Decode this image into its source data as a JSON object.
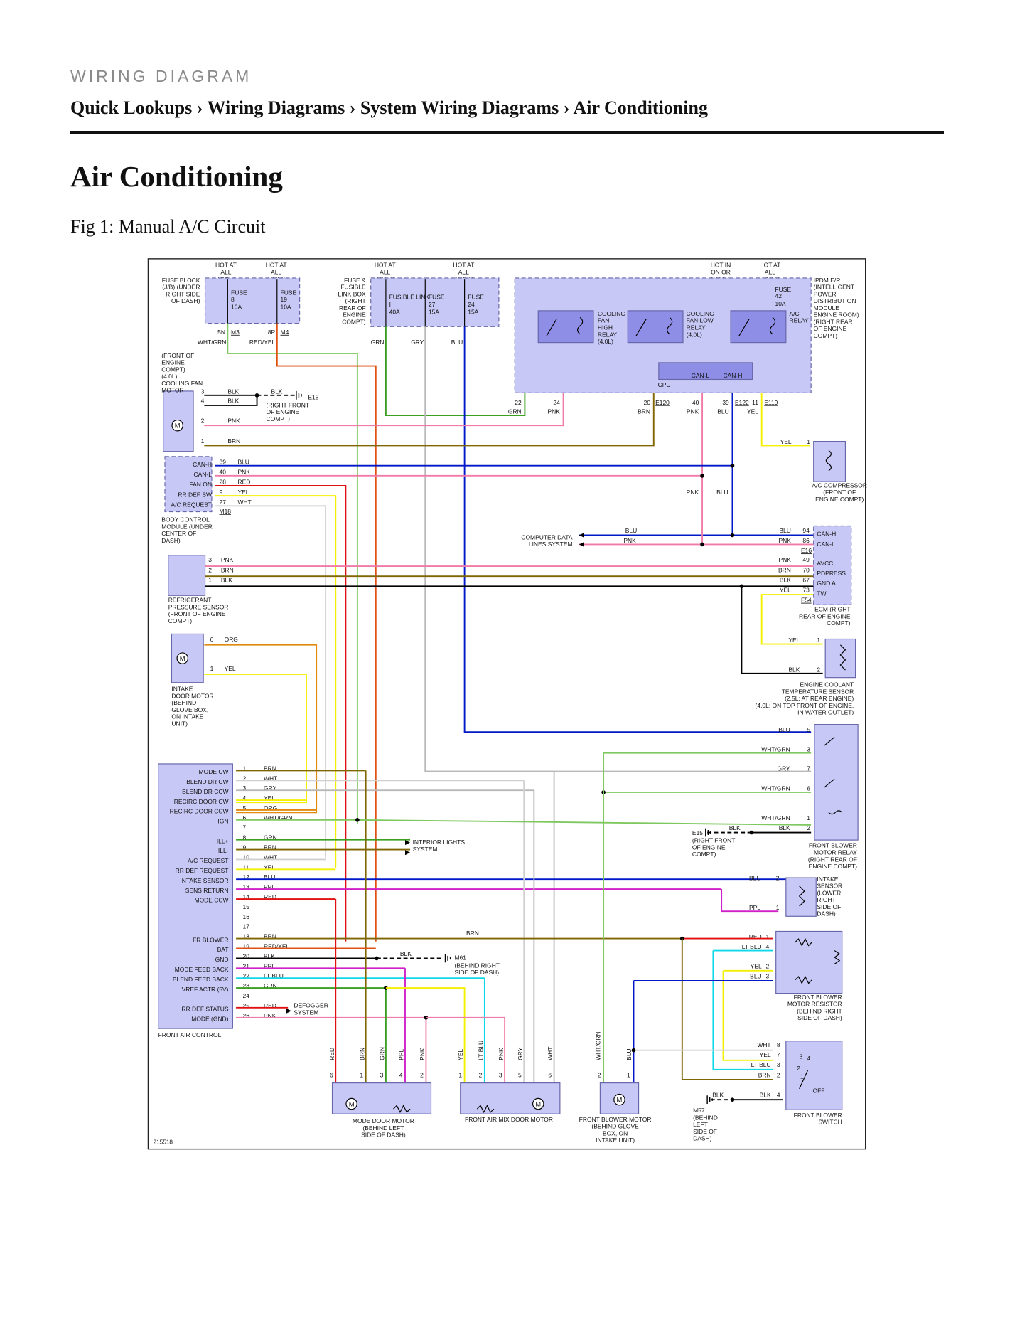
{
  "kicker": "WIRING DIAGRAM",
  "breadcrumb": {
    "items": [
      "Quick Lookups",
      "Wiring Diagrams",
      "System Wiring Diagrams",
      "Air Conditioning"
    ],
    "separator": "›"
  },
  "page_title": "Air Conditioning",
  "figure_caption": "Fig 1: Manual A/C Circuit",
  "diagram": {
    "id_number": "215518",
    "colors": {
      "panel_fill": "#c8c8f6",
      "panel_stroke": "#6666aa",
      "relay_fill": "#8e8ee6",
      "frame": "#222222"
    },
    "hot_labels": {
      "hot_at_all_times": "HOT AT ALL TIMES",
      "hot_in_on_or_start": "HOT IN ON OR START"
    },
    "fuse_block": {
      "label": "FUSE BLOCK (J/B) (UNDER RIGHT SIDE OF DASH)",
      "fuses": [
        {
          "name": "FUSE",
          "num": "8",
          "amp": "10A"
        },
        {
          "name": "FUSE",
          "num": "19",
          "amp": "10A"
        }
      ],
      "pins": [
        "5N",
        "M3",
        "8P",
        "M4"
      ],
      "wires": [
        "WHT/GRN",
        "RED/YEL"
      ]
    },
    "link_box": {
      "label": "FUSE & FUSIBLE LINK BOX (RIGHT REAR OF ENGINE COMPT)",
      "fuses": [
        {
          "name": "FUSIBLE LINK",
          "num": "I",
          "amp": "40A"
        },
        {
          "name": "FUSE",
          "num": "27",
          "amp": "15A"
        },
        {
          "name": "FUSE",
          "num": "24",
          "amp": "15A"
        }
      ],
      "wires": [
        "GRN",
        "GRY",
        "BLU"
      ]
    },
    "ipdm": {
      "label": "IPDM E/R (INTELLIGENT POWER DISTRIBUTION MODULE ENGINE ROOM) (RIGHT REAR OF ENGINE COMPT)",
      "fuse": {
        "name": "FUSE",
        "num": "42",
        "amp": "10A"
      },
      "relays": [
        "COOLING FAN HIGH RELAY (4.0L)",
        "COOLING FAN LOW RELAY (4.0L)",
        "A/C RELAY"
      ],
      "cpu": "CPU",
      "can_l": "CAN-L",
      "can_h": "CAN-H",
      "pins": [
        {
          "n": "22",
          "w": "GRN"
        },
        {
          "n": "24",
          "w": "PNK"
        },
        {
          "n": "20",
          "w": "BRN"
        },
        {
          "n": "40",
          "w": "PNK"
        },
        {
          "n": "39",
          "w": "BLU"
        },
        {
          "n": "11",
          "w": "YEL"
        }
      ],
      "connectors": [
        "E120",
        "E122",
        "E119"
      ]
    },
    "cooling_fan_motor": {
      "label": "(FRONT OF ENGINE COMPT) (4.0L) COOLING FAN MOTOR",
      "pins": [
        {
          "n": "3",
          "w": "BLK"
        },
        {
          "n": "4",
          "w": "BLK"
        },
        {
          "n": "2",
          "w": "PNK"
        },
        {
          "n": "1",
          "w": "BRN"
        }
      ],
      "ground_wire": "BLK",
      "ground": "E15",
      "ground_label": "(RIGHT FRONT OF ENGINE COMPT)"
    },
    "bcm": {
      "label": "BODY CONTROL MODULE (UNDER CENTER OF DASH)",
      "connector": "M18",
      "pins": [
        {
          "n": "39",
          "w": "BLU",
          "sig": "CAN-H"
        },
        {
          "n": "40",
          "w": "PNK",
          "sig": "CAN-L"
        },
        {
          "n": "28",
          "w": "RED",
          "sig": "FAN ON"
        },
        {
          "n": "9",
          "w": "YEL",
          "sig": "RR DEF SW"
        },
        {
          "n": "27",
          "w": "WHT",
          "sig": "A/C REQUEST"
        }
      ]
    },
    "ac_compressor": {
      "label": "A/C COMPRESSOR (FRONT OF ENGINE COMPT)",
      "pin": "1",
      "wire": "YEL",
      "side_wires": [
        "PNK",
        "BLU"
      ]
    },
    "computer_data": {
      "label": "COMPUTER DATA LINES SYSTEM",
      "wires": [
        "BLU",
        "PNK"
      ]
    },
    "ecm": {
      "label": "ECM (RIGHT REAR OF ENGINE COMPT)",
      "connectors": [
        "E16",
        "F54"
      ],
      "pins": [
        {
          "n": "94",
          "w": "BLU",
          "sig": "CAN-H"
        },
        {
          "n": "86",
          "w": "PNK",
          "sig": "CAN-L"
        },
        {
          "n": "49",
          "w": "PNK",
          "sig": "AVCC"
        },
        {
          "n": "70",
          "w": "BRN",
          "sig": "PDPRESS"
        },
        {
          "n": "67",
          "w": "BLK",
          "sig": "GND A"
        },
        {
          "n": "73",
          "w": "YEL",
          "sig": "TW"
        }
      ]
    },
    "refrigerant_sensor": {
      "label": "REFRIGERANT PRESSURE SENSOR (FRONT OF ENGINE COMPT)",
      "pins": [
        {
          "n": "3",
          "w": "PNK"
        },
        {
          "n": "2",
          "w": "BRN"
        },
        {
          "n": "1",
          "w": "BLK"
        }
      ]
    },
    "intake_door_motor": {
      "label": "INTAKE DOOR MOTOR (BEHIND GLOVE BOX, ON INTAKE UNIT)",
      "pins": [
        {
          "n": "6",
          "w": "ORG"
        },
        {
          "n": "1",
          "w": "YEL"
        }
      ]
    },
    "ect_sensor": {
      "label": "ENGINE COOLANT TEMPERATURE SENSOR (2.5L: AT REAR ENGINE) (4.0L: ON TOP FRONT OF ENGINE, IN WATER OUTLET)",
      "pins": [
        {
          "n": "1",
          "w": "YEL"
        },
        {
          "n": "2",
          "w": "BLK"
        }
      ]
    },
    "front_air_control": {
      "label": "FRONT AIR CONTROL",
      "pins": [
        {
          "n": "1",
          "sig": "MODE CW",
          "w": "BRN"
        },
        {
          "n": "2",
          "sig": "BLEND DR CW",
          "w": "WHT"
        },
        {
          "n": "3",
          "sig": "BLEND DR CCW",
          "w": "GRY"
        },
        {
          "n": "4",
          "sig": "RECIRC DOOR CW",
          "w": "YEL"
        },
        {
          "n": "5",
          "sig": "RECIRC DOOR CCW",
          "w": "ORG"
        },
        {
          "n": "6",
          "sig": "IGN",
          "w": "WHT/GRN"
        },
        {
          "n": "7",
          "sig": "",
          "w": ""
        },
        {
          "n": "8",
          "sig": "ILL+",
          "w": "GRN"
        },
        {
          "n": "9",
          "sig": "ILL-",
          "w": "BRN"
        },
        {
          "n": "10",
          "sig": "A/C REQUEST",
          "w": "WHT"
        },
        {
          "n": "11",
          "sig": "RR DEF REQUEST",
          "w": "YEL"
        },
        {
          "n": "12",
          "sig": "INTAKE SENSOR",
          "w": "BLU"
        },
        {
          "n": "13",
          "sig": "SENS RETURN",
          "w": "PPL"
        },
        {
          "n": "14",
          "sig": "MODE CCW",
          "w": "RED"
        },
        {
          "n": "15",
          "sig": "",
          "w": ""
        },
        {
          "n": "16",
          "sig": "",
          "w": ""
        },
        {
          "n": "17",
          "sig": "",
          "w": ""
        },
        {
          "n": "18",
          "sig": "FR BLOWER",
          "w": "BRN"
        },
        {
          "n": "19",
          "sig": "BAT",
          "w": "RED/YEL"
        },
        {
          "n": "20",
          "sig": "GND",
          "w": "BLK"
        },
        {
          "n": "21",
          "sig": "MODE FEED BACK",
          "w": "PPL"
        },
        {
          "n": "22",
          "sig": "BLEND FEED BACK",
          "w": "LT BLU"
        },
        {
          "n": "23",
          "sig": "VREF ACTR (5V)",
          "w": "GRN"
        },
        {
          "n": "24",
          "sig": "",
          "w": ""
        },
        {
          "n": "25",
          "sig": "RR DEF STATUS",
          "w": "RED"
        },
        {
          "n": "26",
          "sig": "MODE (GND)",
          "w": "PNK"
        }
      ],
      "interior_lights": "INTERIOR LIGHTS SYSTEM",
      "defogger": "DEFOGGER SYSTEM"
    },
    "blower_relay": {
      "label": "FRONT BLOWER MOTOR RELAY (RIGHT REAR OF ENGINE COMPT)",
      "pins": [
        {
          "n": "5",
          "w": "BLU"
        },
        {
          "n": "3",
          "w": "WHT/GRN"
        },
        {
          "n": "7",
          "w": "GRY"
        },
        {
          "n": "6",
          "w": "WHT/GRN"
        },
        {
          "n": "1",
          "w": "WHT/GRN"
        },
        {
          "n": "2",
          "w": "BLK"
        }
      ],
      "ground": "E15",
      "ground_label": "(RIGHT FRONT OF ENGINE COMPT)"
    },
    "intake_sensor": {
      "label": "INTAKE SENSOR (LOWER RIGHT SIDE OF DASH)",
      "pins": [
        {
          "n": "2",
          "w": "BLU"
        },
        {
          "n": "1",
          "w": "PPL"
        }
      ]
    },
    "blower_resistor": {
      "label": "FRONT BLOWER MOTOR RESISTOR (BEHIND RIGHT SIDE OF DASH)",
      "pins": [
        {
          "n": "1",
          "w": "RED"
        },
        {
          "n": "4",
          "w": "LT BLU"
        },
        {
          "n": "2",
          "w": "YEL"
        },
        {
          "n": "3",
          "w": "BLU"
        }
      ],
      "brn_wire": "BRN"
    },
    "ground_m61": {
      "name": "M61",
      "label": "(BEHIND RIGHT SIDE OF DASH)",
      "wire": "BLK"
    },
    "mode_door_motor": {
      "label": "MODE DOOR MOTOR (BEHIND LEFT SIDE OF DASH)",
      "pins": [
        {
          "n": "6",
          "w": "RED"
        },
        {
          "n": "1",
          "w": "BRN"
        },
        {
          "n": "3",
          "w": "GRN"
        },
        {
          "n": "4",
          "w": "PPL"
        },
        {
          "n": "2",
          "w": "PNK"
        }
      ]
    },
    "air_mix_motor": {
      "label": "FRONT AIR MIX DOOR MOTOR",
      "pins": [
        {
          "n": "1",
          "w": "YEL"
        },
        {
          "n": "2",
          "w": "LT BLU"
        },
        {
          "n": "3",
          "w": "PNK"
        },
        {
          "n": "5",
          "w": "GRY"
        },
        {
          "n": "6",
          "w": "WHT"
        }
      ]
    },
    "blower_motor": {
      "label": "FRONT BLOWER MOTOR (BEHIND GLOVE BOX, ON INTAKE UNIT)",
      "pins": [
        {
          "n": "2",
          "w": "WHT/GRN"
        },
        {
          "n": "1",
          "w": "BLU"
        }
      ]
    },
    "blower_switch": {
      "label": "FRONT BLOWER SWITCH",
      "pins": [
        {
          "n": "8",
          "w": "WHT"
        },
        {
          "n": "7",
          "w": "YEL"
        },
        {
          "n": "3",
          "w": "LT BLU"
        },
        {
          "n": "2",
          "w": "BRN"
        },
        {
          "n": "4",
          "w": "BLK"
        }
      ],
      "positions": [
        "4",
        "3",
        "2",
        "1",
        "OFF"
      ],
      "ground": "M57",
      "ground_label": "(BEHIND LEFT SIDE OF DASH)",
      "ground_wire": "BLK"
    }
  }
}
